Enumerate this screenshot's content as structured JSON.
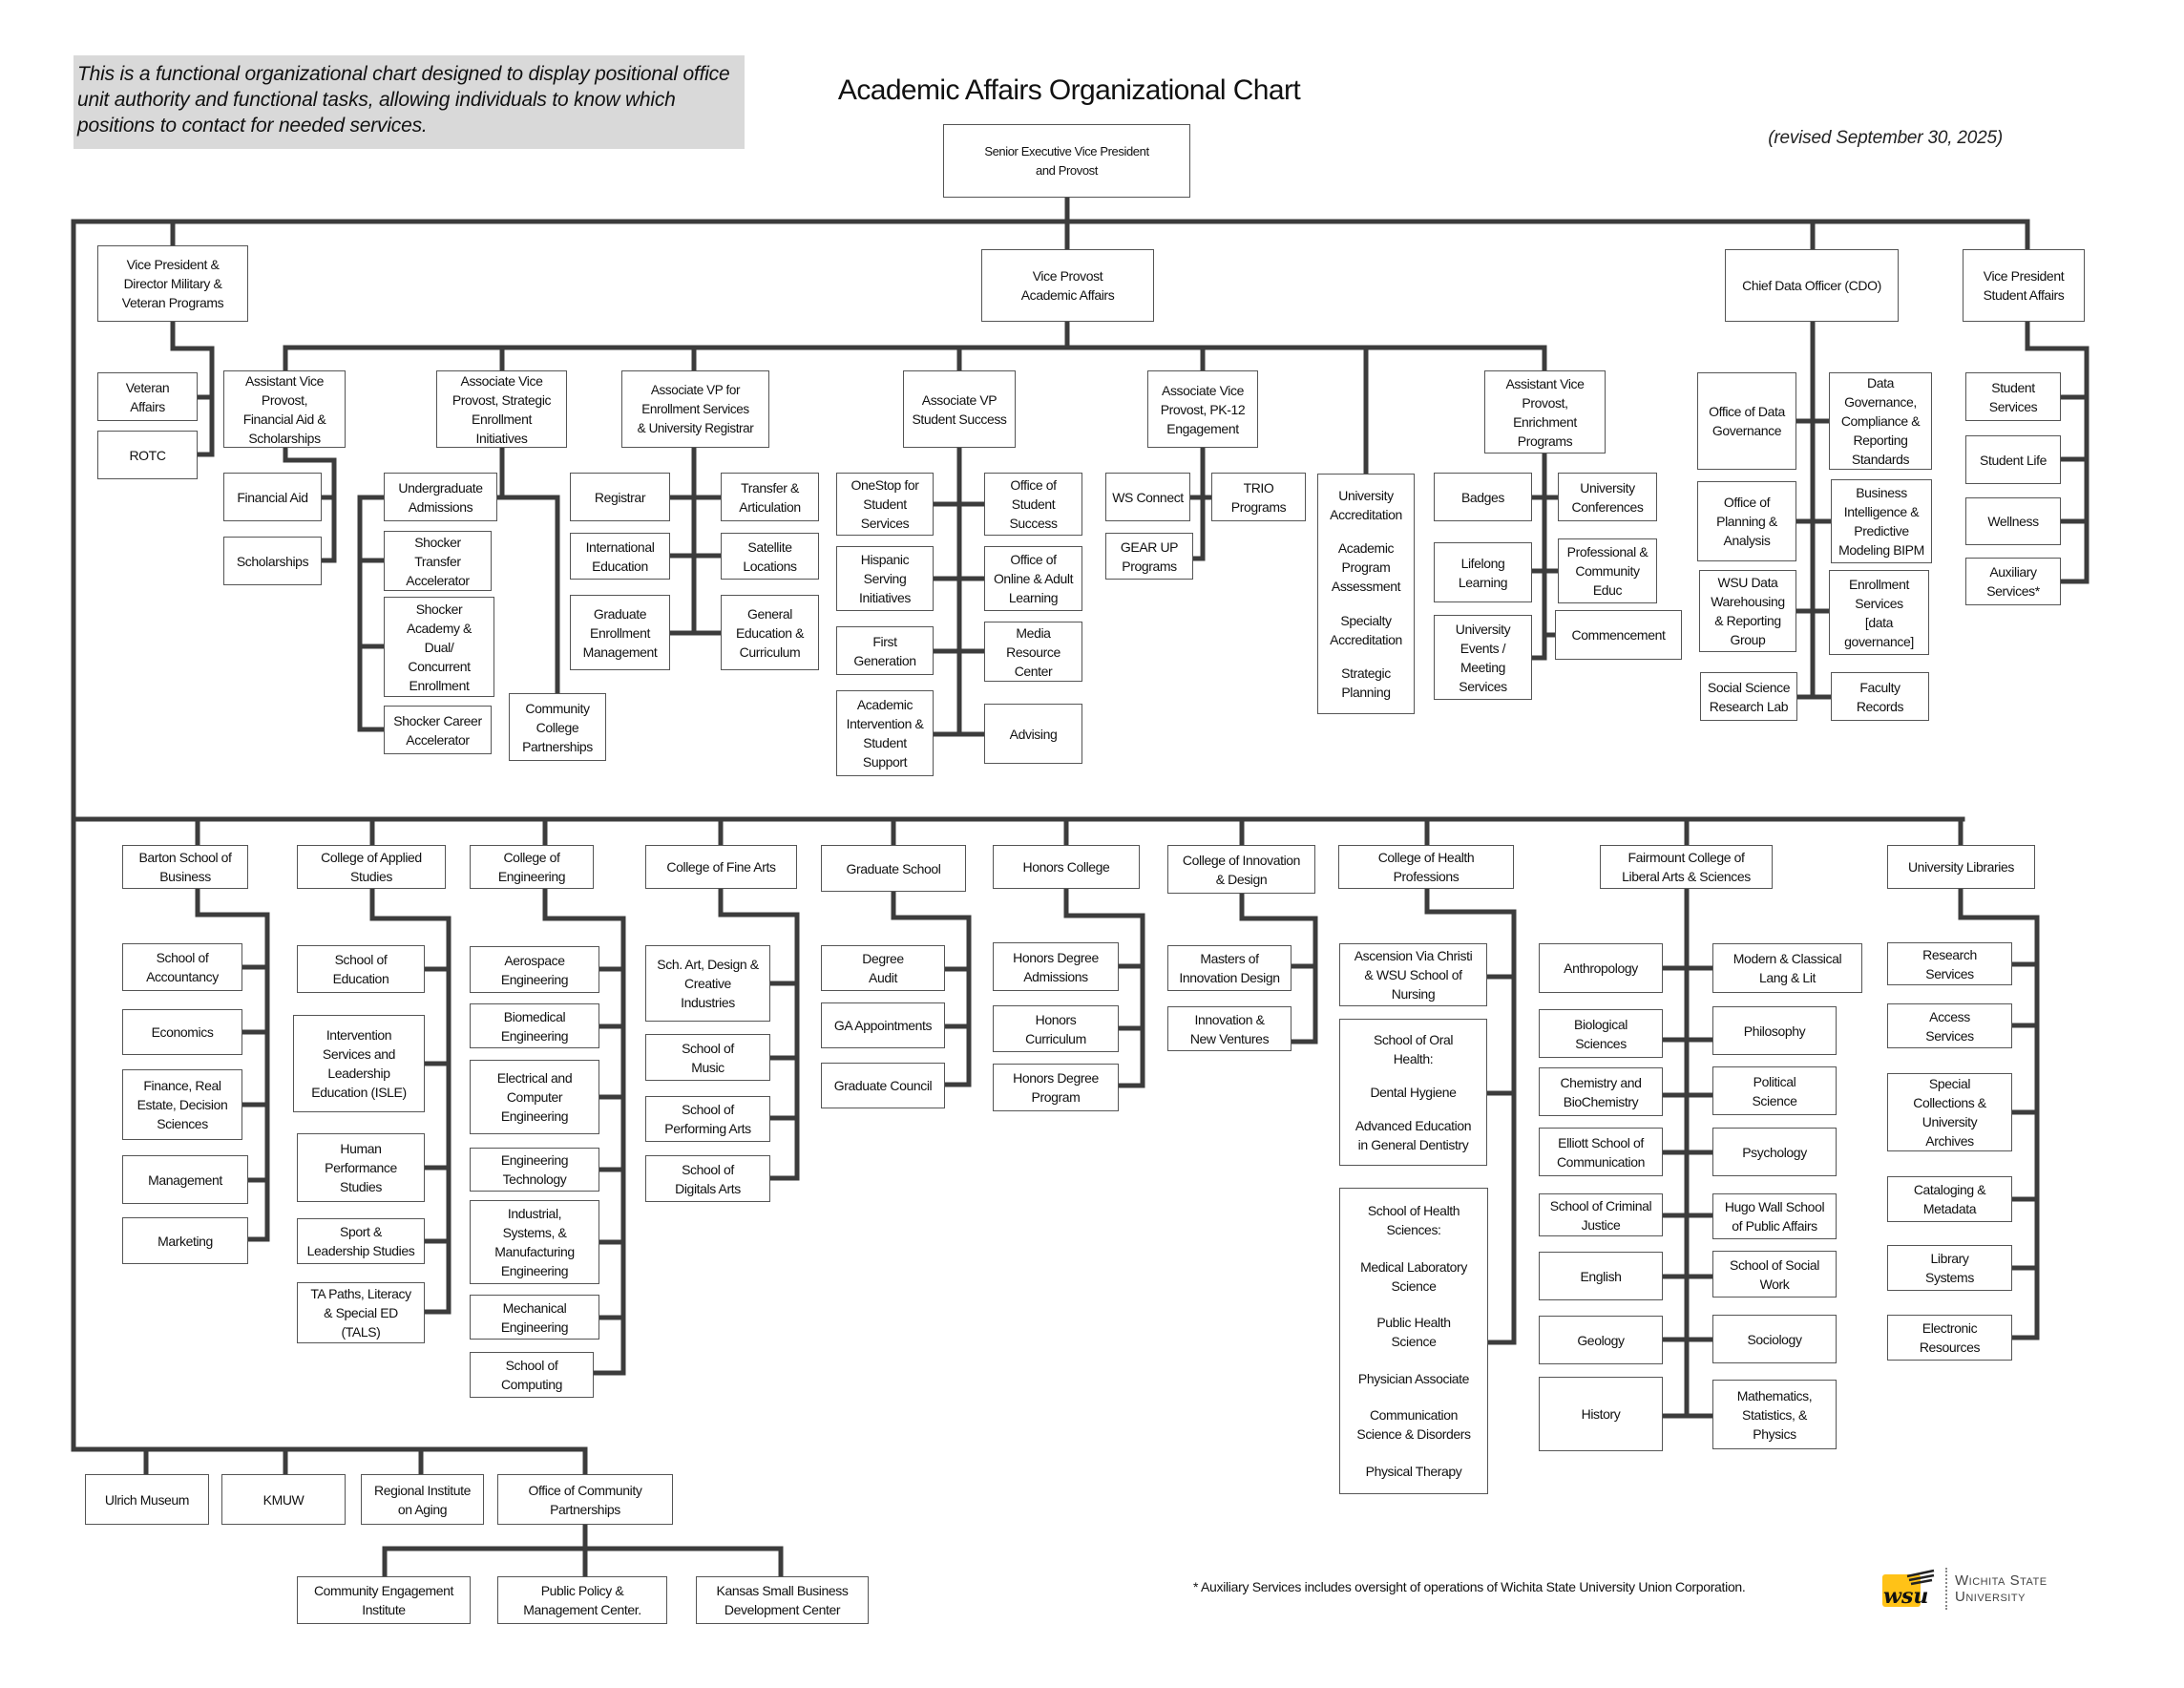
{
  "header": {
    "note": "This is a functional organizational chart designed to display positional office unit authority and functional tasks, allowing individuals to know which positions to contact for needed services.",
    "title": "Academic Affairs Organizational Chart",
    "revised": "(revised September 30, 2025)"
  },
  "top": {
    "sevp": "Senior Executive Vice President\nand Provost"
  },
  "executives": {
    "vp_military": "Vice President &\nDirector Military &\nVeteran Programs",
    "vp_academic": "Vice Provost\nAcademic Affairs",
    "cdo": "Chief Data Officer (CDO)",
    "vp_student_affairs": "Vice President\nStudent Affairs"
  },
  "military_units": [
    "Veteran\nAffairs",
    "ROTC"
  ],
  "academic_affairs": {
    "financial_aid": {
      "head": "Assistant Vice\nProvost,\nFinancial Aid &\nScholarships",
      "units": [
        "Financial Aid",
        "Scholarships"
      ]
    },
    "strategic_enrollment": {
      "head": "Associate Vice\nProvost, Strategic\nEnrollment\nInitiatives",
      "units": [
        "Undergraduate\nAdmissions",
        "Shocker\nTransfer\nAccelerator",
        "Shocker\nAcademy &\nDual/\nConcurrent\nEnrollment",
        "Shocker Career\nAccelerator",
        "Community\nCollege\nPartnerships"
      ]
    },
    "enrollment_services": {
      "head": "Associate VP for\nEnrollment Services\n& University Registrar",
      "units_left": [
        "Registrar",
        "International\nEducation",
        "Graduate\nEnrollment\nManagement"
      ],
      "units_right": [
        "Transfer &\nArticulation",
        "Satellite\nLocations",
        "General\nEducation &\nCurriculum"
      ]
    },
    "student_success": {
      "head": "Associate VP\nStudent Success",
      "units_left": [
        "OneStop for\nStudent\nServices",
        "Hispanic\nServing\nInitiatives",
        "First\nGeneration",
        "Academic\nIntervention &\nStudent\nSupport"
      ],
      "units_right": [
        "Office of\nStudent\nSuccess",
        "Office of\nOnline & Adult\nLearning",
        "Media\nResource\nCenter",
        "Advising"
      ]
    },
    "pk12": {
      "head": "Associate Vice\nProvost, PK-12\nEngagement",
      "units": [
        "WS Connect",
        "GEAR UP\nPrograms",
        "TRIO\nPrograms"
      ]
    },
    "accreditation": {
      "items": [
        "University\nAccreditation",
        "Academic\nProgram\nAssessment",
        "Specialty\nAccreditation",
        "Strategic\nPlanning"
      ]
    },
    "enrichment": {
      "head": "Assistant Vice\nProvost,\nEnrichment\nPrograms",
      "units_left": [
        "Badges",
        "Lifelong\nLearning",
        "University\nEvents /\nMeeting\nServices"
      ],
      "units_right": [
        "University\nConferences",
        "Professional &\nCommunity\nEduc",
        "Commencement"
      ]
    }
  },
  "data_office": {
    "units_left": [
      "Office of Data\nGovernance",
      "Office of\nPlanning &\nAnalysis",
      "WSU Data\nWarehousing\n& Reporting\nGroup",
      "Social Science\nResearch Lab"
    ],
    "units_right": [
      "Data\nGovernance,\nCompliance &\nReporting\nStandards",
      "Business\nIntelligence &\nPredictive\nModeling BIPM",
      "Enrollment\nServices\n[data\ngovernance]",
      "Faculty\nRecords"
    ]
  },
  "student_affairs": {
    "units": [
      "Student\nServices",
      "Student Life",
      "Wellness",
      "Auxiliary\nServices*"
    ]
  },
  "colleges": [
    {
      "name": "Barton School of\nBusiness",
      "units": [
        "School of\nAccountancy",
        "Economics",
        "Finance, Real\nEstate, Decision\nSciences",
        "Management",
        "Marketing"
      ]
    },
    {
      "name": "College of Applied\nStudies",
      "units": [
        "School of\nEducation",
        "Intervention\nServices and\nLeadership\nEducation (ISLE)",
        "Human\nPerformance\nStudies",
        "Sport &\nLeadership Studies",
        "TA Paths, Literacy\n& Special ED\n(TALS)"
      ]
    },
    {
      "name": "College of\nEngineering",
      "units": [
        "Aerospace\nEngineering",
        "Biomedical\nEngineering",
        "Electrical and\nComputer\nEngineering",
        "Engineering\nTechnology",
        "Industrial,\nSystems, &\nManufacturing\nEngineering",
        "Mechanical\nEngineering",
        "School of\nComputing"
      ]
    },
    {
      "name": "College of Fine Arts",
      "units": [
        "Sch. Art, Design &\nCreative\nIndustries",
        "School of\nMusic",
        "School of\nPerforming Arts",
        "School of\nDigitals Arts"
      ]
    },
    {
      "name": "Graduate School",
      "units": [
        "Degree\nAudit",
        "GA Appointments",
        "Graduate Council"
      ]
    },
    {
      "name": "Honors College",
      "units": [
        "Honors Degree\nAdmissions",
        "Honors\nCurriculum",
        "Honors Degree\nProgram"
      ]
    },
    {
      "name": "College of Innovation\n& Design",
      "units": [
        "Masters of\nInnovation Design",
        "Innovation &\nNew Ventures"
      ]
    },
    {
      "name": "College of Health\nProfessions",
      "units": [
        [
          "Ascension Via Christi\n& WSU School of\nNursing"
        ],
        [
          "School of Oral\nHealth:",
          "Dental Hygiene",
          "Advanced Education\nin  General Dentistry"
        ],
        [
          "School of Health\nSciences:",
          "Medical Laboratory\nScience",
          "Public Health\nScience",
          "Physician Associate",
          "Communication\nScience  & Disorders",
          "Physical Therapy"
        ]
      ]
    },
    {
      "name": "Fairmount College of\nLiberal Arts & Sciences",
      "units_left": [
        "Anthropology",
        "Biological\nSciences",
        "Chemistry and\nBioChemistry",
        "Elliott School of\nCommunication",
        "School of Criminal\nJustice",
        "English",
        "Geology",
        "History"
      ],
      "units_right": [
        "Modern & Classical\nLang & Lit",
        "Philosophy",
        "Political\nScience",
        "Psychology",
        "Hugo Wall School\nof Public Affairs",
        "School of Social\nWork",
        "Sociology",
        "Mathematics,\nStatistics, &\nPhysics"
      ]
    },
    {
      "name": "University Libraries",
      "units": [
        "Research\nServices",
        "Access\nServices",
        "Special\nCollections &\nUniversity\nArchives",
        "Cataloging &\nMetadata",
        "Library\nSystems",
        "Electronic\nResources"
      ]
    }
  ],
  "other_units": [
    "Ulrich Museum",
    "KMUW",
    "Regional Institute\non Aging",
    "Office of Community\nPartnerships"
  ],
  "community_partnerships": [
    "Community Engagement\nInstitute",
    "Public Policy &\nManagement Center.",
    "Kansas Small Business\nDevelopment Center"
  ],
  "footer": {
    "footnote": "* Auxiliary Services includes oversight of operations of Wichita State University Union Corporation.",
    "logo_mark": "wsu",
    "logo_text_line1": "Wichita State",
    "logo_text_line2": "University",
    "brand_color": "#FFC217"
  }
}
